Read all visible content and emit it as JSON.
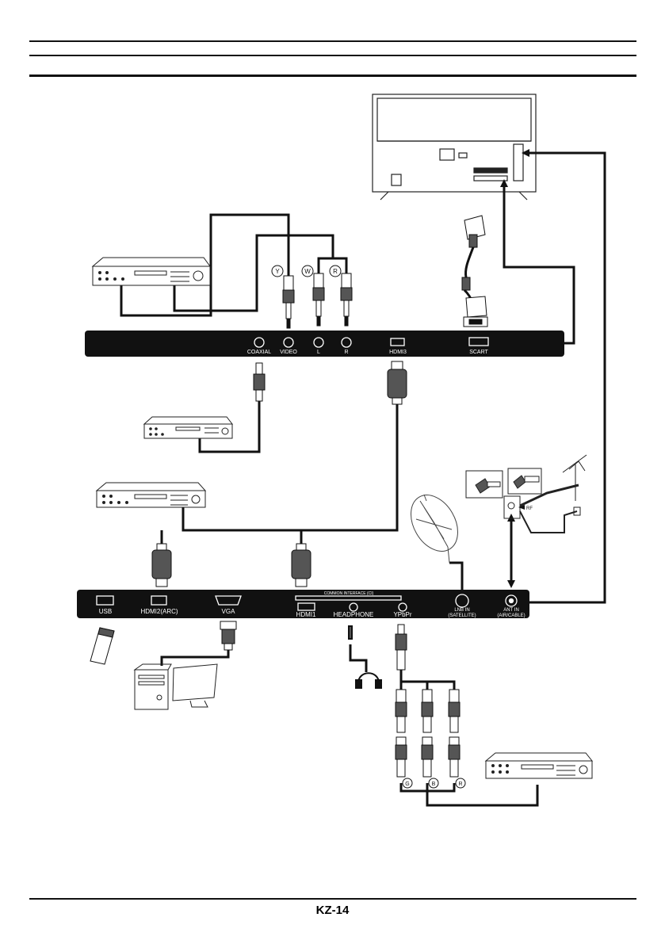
{
  "panel_top": {
    "coaxial": "COAXIAL",
    "video": "VIDEO",
    "l": "L",
    "r": "R",
    "hdmi3": "HDMI3",
    "scart": "SCART"
  },
  "panel_bottom": {
    "usb": "USB",
    "hdmi2": "HDMI2(ARC)",
    "vga": "VGA",
    "common_interface": "COMMON INTERFACE (CI)",
    "hdmi1": "HDMI1",
    "headphone": "HEADPHONE",
    "ypbpr": "YPbPr",
    "lnb_in_1": "LNB IN",
    "lnb_in_2": "(SATELLITE)",
    "ant_in_1": "ANT IN",
    "ant_in_2": "(AIR/CABLE)"
  },
  "rca_top": {
    "y": "Y",
    "w": "W",
    "r": "R"
  },
  "rca_bottom": {
    "g": "G",
    "b": "B",
    "r": "R"
  },
  "rf_label": "RF",
  "page_number": "KZ-14"
}
